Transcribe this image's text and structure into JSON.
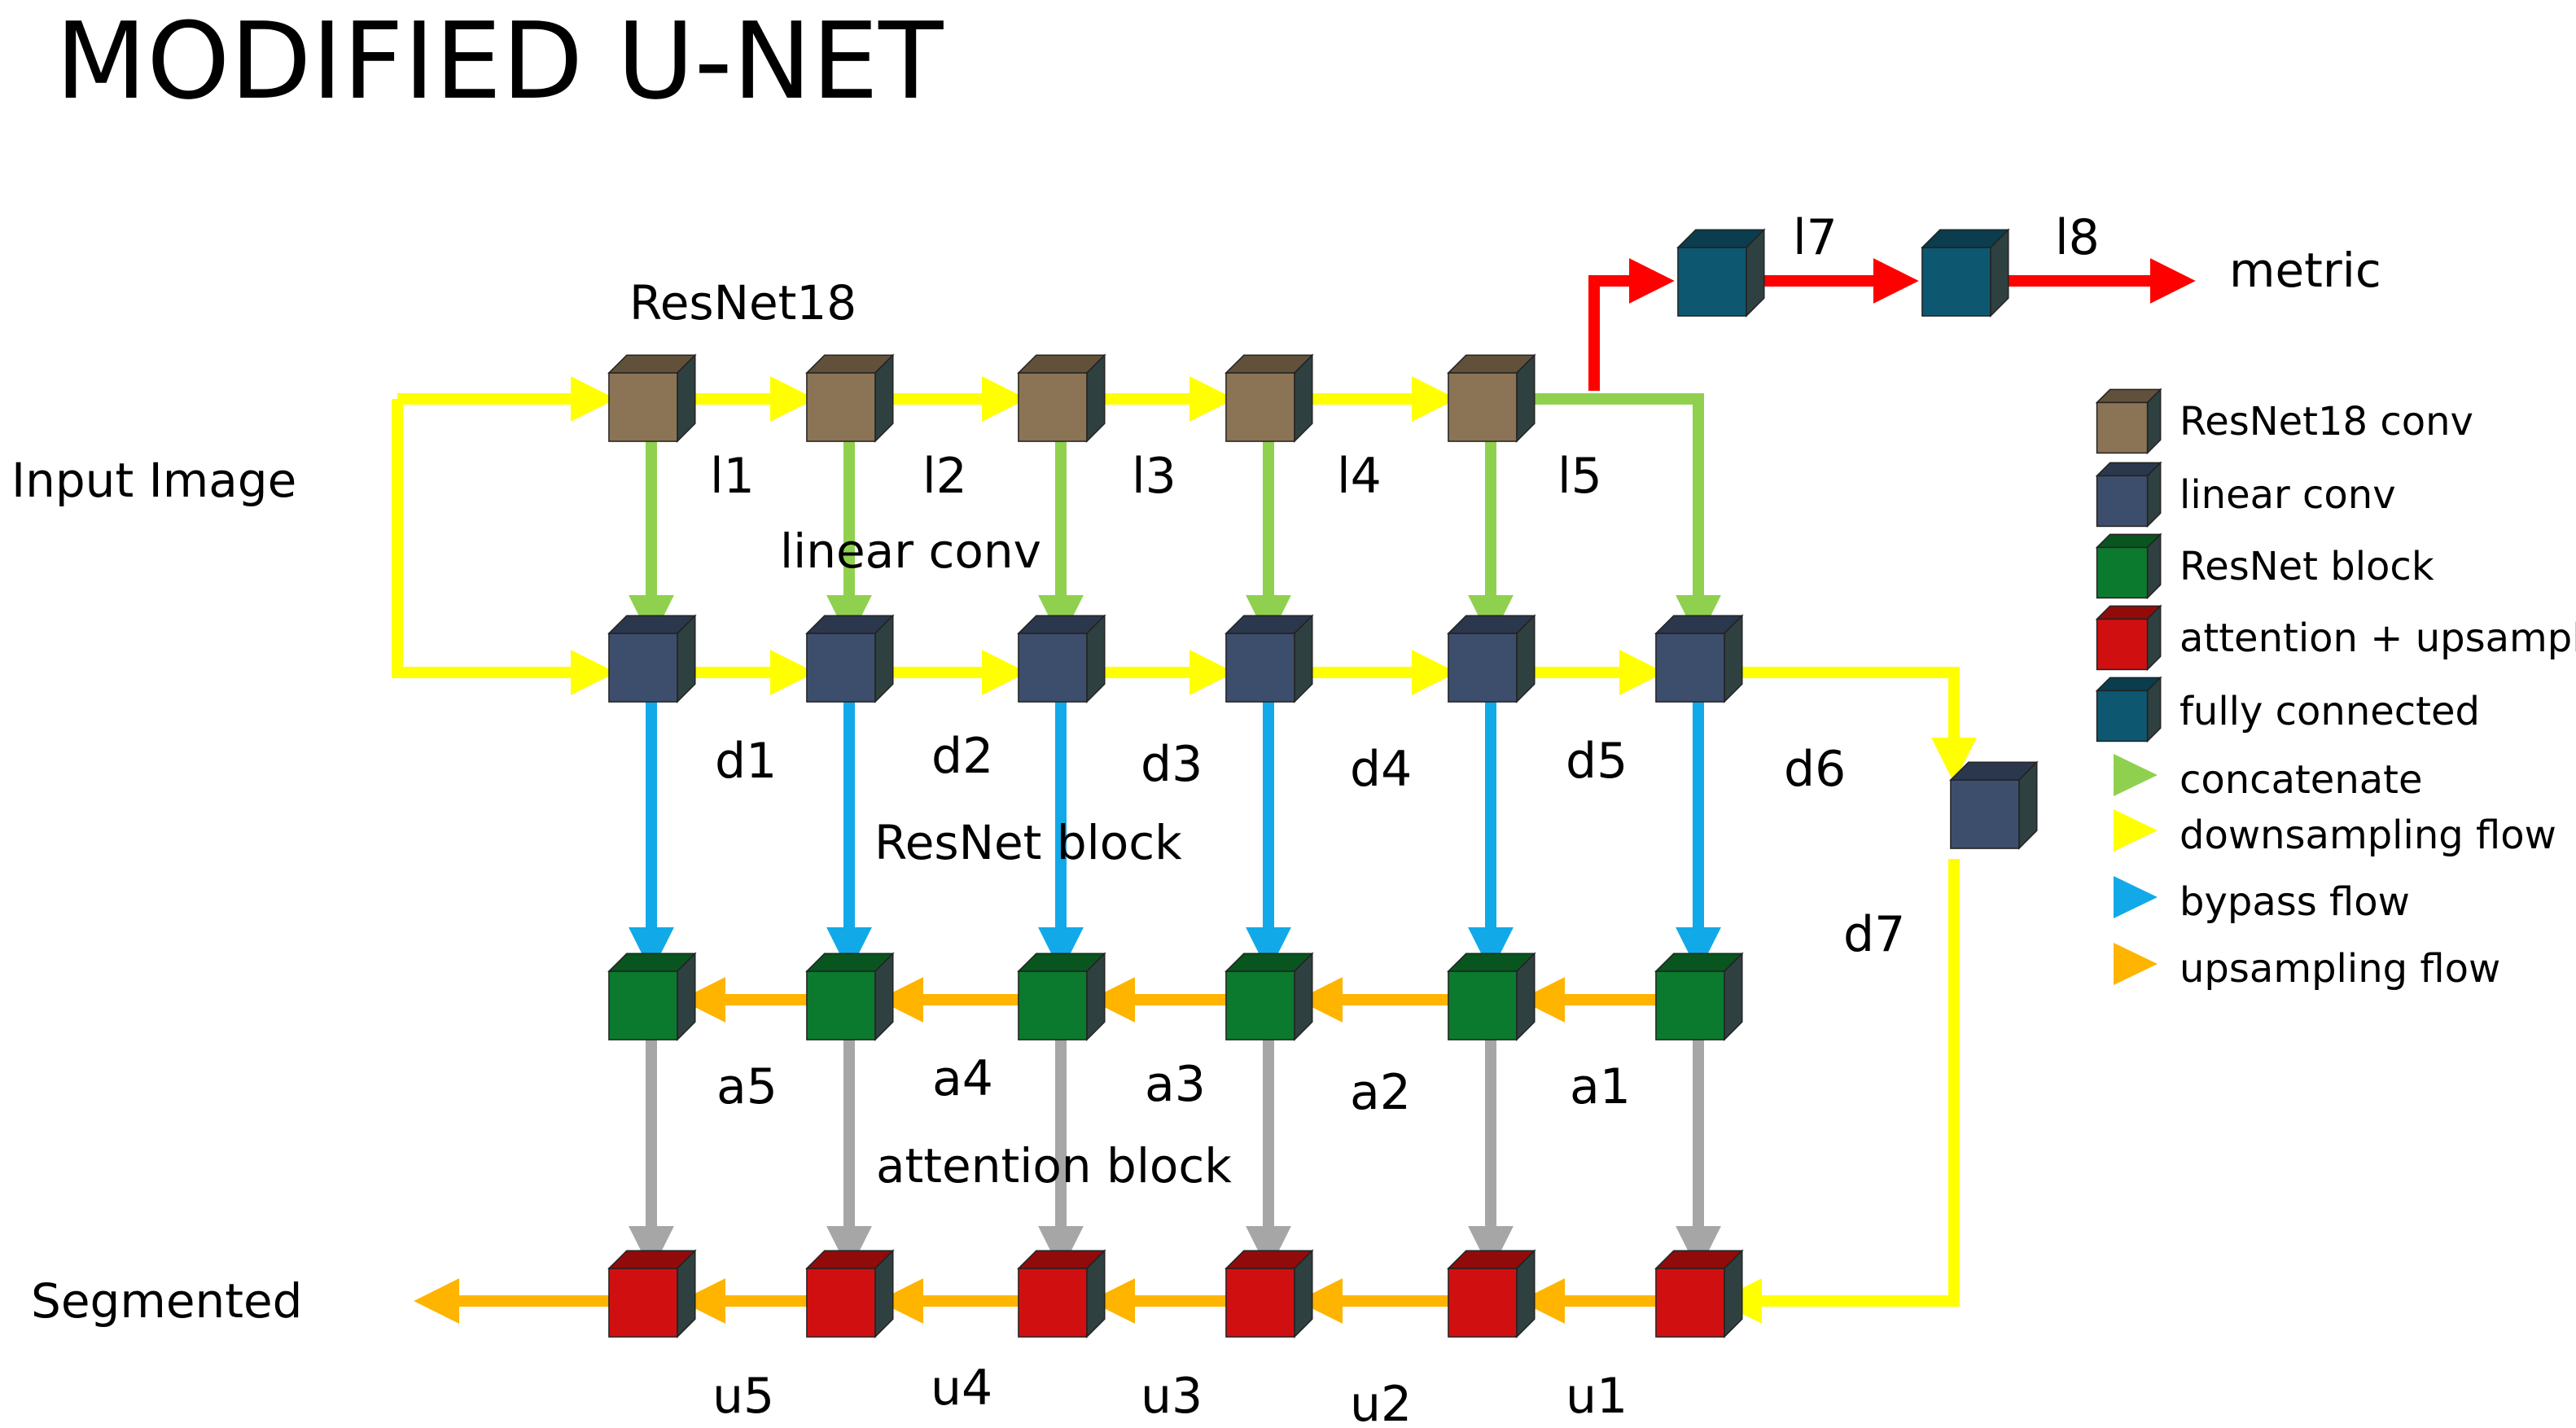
{
  "title": "MODIFIED U-NET",
  "side_labels": {
    "input": "Input Image",
    "output": "Segmented",
    "metric": "metric"
  },
  "row_labels": {
    "resnet18": "ResNet18",
    "linear_conv": "linear conv",
    "resnet_block": "ResNet block",
    "attention_block": "attention block"
  },
  "nodes": {
    "l": [
      "l1",
      "l2",
      "l3",
      "l4",
      "l5"
    ],
    "fc": [
      "l7",
      "l8"
    ],
    "d": [
      "d1",
      "d2",
      "d3",
      "d4",
      "d5",
      "d6",
      "d7"
    ],
    "a": [
      "a5",
      "a4",
      "a3",
      "a2",
      "a1"
    ],
    "u": [
      "u5",
      "u4",
      "u3",
      "u2",
      "u1"
    ]
  },
  "legend": [
    {
      "label": "ResNet18 conv",
      "kind": "cube",
      "color": "#8B7355"
    },
    {
      "label": "linear conv",
      "kind": "cube",
      "color": "#3D4E6C"
    },
    {
      "label": "ResNet block",
      "kind": "cube",
      "color": "#0B7A2E"
    },
    {
      "label": "attention + upsample",
      "kind": "cube",
      "color": "#D01010"
    },
    {
      "label": "fully connected",
      "kind": "cube",
      "color": "#0E5770"
    },
    {
      "label": "concatenate",
      "kind": "arrow",
      "color": "#8FD14F"
    },
    {
      "label": "downsampling flow",
      "kind": "arrow",
      "color": "#FFFF00"
    },
    {
      "label": "bypass flow",
      "kind": "arrow",
      "color": "#12A9E8"
    },
    {
      "label": "upsampling flow",
      "kind": "arrow",
      "color": "#FFB400"
    }
  ],
  "colors": {
    "resnet18_conv": "#8B7355",
    "linear_conv": "#3D4E6C",
    "resnet_block": "#0B7A2E",
    "attention_upsample": "#D01010",
    "fully_connected": "#0E5770",
    "concatenate": "#8FD14F",
    "downsampling": "#FFFF00",
    "bypass": "#12A9E8",
    "upsampling": "#FFB400",
    "attention_link": "#A6A6A6",
    "metric_flow": "#FF0000"
  }
}
